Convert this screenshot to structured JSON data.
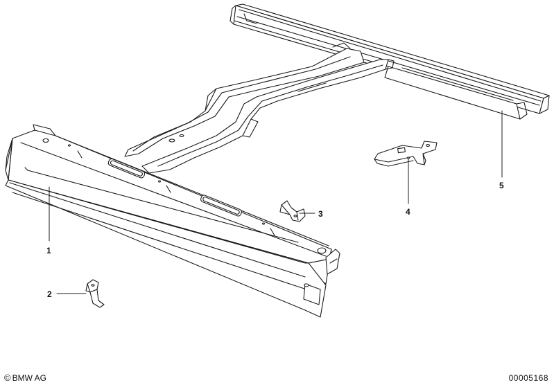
{
  "diagram": {
    "callouts": [
      {
        "id": "1",
        "label": "1"
      },
      {
        "id": "2",
        "label": "2"
      },
      {
        "id": "3",
        "label": "3"
      },
      {
        "id": "4",
        "label": "4"
      },
      {
        "id": "5",
        "label": "5"
      }
    ]
  },
  "footer": {
    "copyright_symbol": "©",
    "copyright_owner": "BMW AG",
    "document_number": "00005168"
  },
  "colors": {
    "stroke": "#1a1a1a",
    "background": "#ffffff"
  }
}
